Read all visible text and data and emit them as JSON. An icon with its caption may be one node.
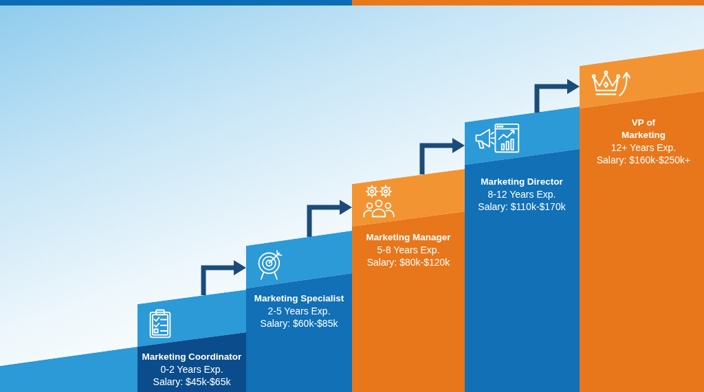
{
  "diagram": {
    "nodes": [
      {
        "text": [],
        "shape": "box"
      },
      {
        "text": [
          "Marketing Coordinator",
          "0-2 Years Exp.",
          "Salary: $45k-$65k"
        ]
      },
      {
        "text": [
          "Marketing Specialist",
          "2-5 Years Exp.",
          "Salary: $60k-$85k"
        ]
      },
      {
        "text": [
          "Marketing Manager",
          "5-8 Years Exp.",
          "Salary: $80k-$120k"
        ]
      },
      {
        "text": [
          "Marketing Director",
          "8-12 Years Exp.",
          "Salary: $110k-$170k"
        ]
      },
      {
        "text": [
          "VP of Marketing",
          "12+ Years Exp.",
          "Salary: $160k-$250k+"
        ]
      }
    ],
    "edges": [
      {
        "from": 1,
        "to": 2,
        "arrow": "to"
      },
      {
        "from": 2,
        "to": 3,
        "arrow": "to"
      },
      {
        "from": 3,
        "to": 4,
        "arrow": "to"
      },
      {
        "from": 4,
        "to": 5,
        "arrow": "to"
      }
    ]
  }
}
